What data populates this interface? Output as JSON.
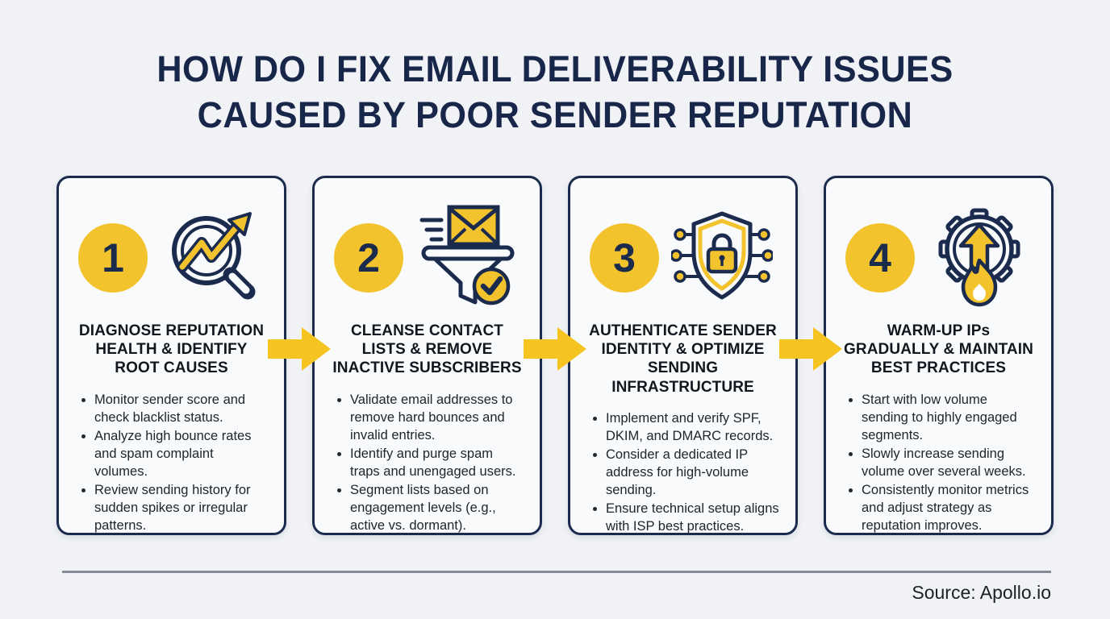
{
  "page": {
    "title_line1": "HOW DO I FIX EMAIL DELIVERABILITY ISSUES",
    "title_line2": "CAUSED BY POOR SENDER REPUTATION",
    "source": "Source: Apollo.io"
  },
  "colors": {
    "accent_yellow": "#F3C32E",
    "navy": "#1B2B4E",
    "page_background": "#F0F2F6",
    "card_background": "#F8FAFC",
    "divider_gray": "#848B95",
    "body_text": "#21262C"
  },
  "steps": [
    {
      "number": "1",
      "icon": "magnifying-glass-trend-icon",
      "title": "DIAGNOSE REPUTATION HEALTH & IDENTIFY ROOT CAUSES",
      "bullets": [
        "Monitor sender score and check blacklist status.",
        "Analyze high bounce rates and spam complaint volumes.",
        "Review sending history for sudden spikes or irregular patterns."
      ]
    },
    {
      "number": "2",
      "icon": "email-funnel-check-icon",
      "title": "CLEANSE CONTACT LISTS & REMOVE INACTIVE SUBSCRIBERS",
      "bullets": [
        "Validate email addresses to remove hard bounces and invalid entries.",
        "Identify and purge spam traps and unengaged users.",
        "Segment lists based on engagement levels (e.g., active vs. dormant)."
      ]
    },
    {
      "number": "3",
      "icon": "shield-lock-circuit-icon",
      "title": "AUTHENTICATE SENDER IDENTITY & OPTIMIZE SENDING INFRASTRUCTURE",
      "bullets": [
        "Implement and verify SPF, DKIM, and DMARC records.",
        "Consider a dedicated IP address for high-volume sending.",
        "Ensure technical setup aligns with ISP best practices."
      ]
    },
    {
      "number": "4",
      "icon": "gear-flame-uparrow-icon",
      "title": "WARM-UP IPs GRADUALLY & MAINTAIN BEST PRACTICES",
      "bullets": [
        "Start with low volume sending to highly engaged segments.",
        "Slowly increase sending volume over several weeks.",
        "Consistently monitor metrics and adjust strategy as reputation improves."
      ]
    }
  ]
}
